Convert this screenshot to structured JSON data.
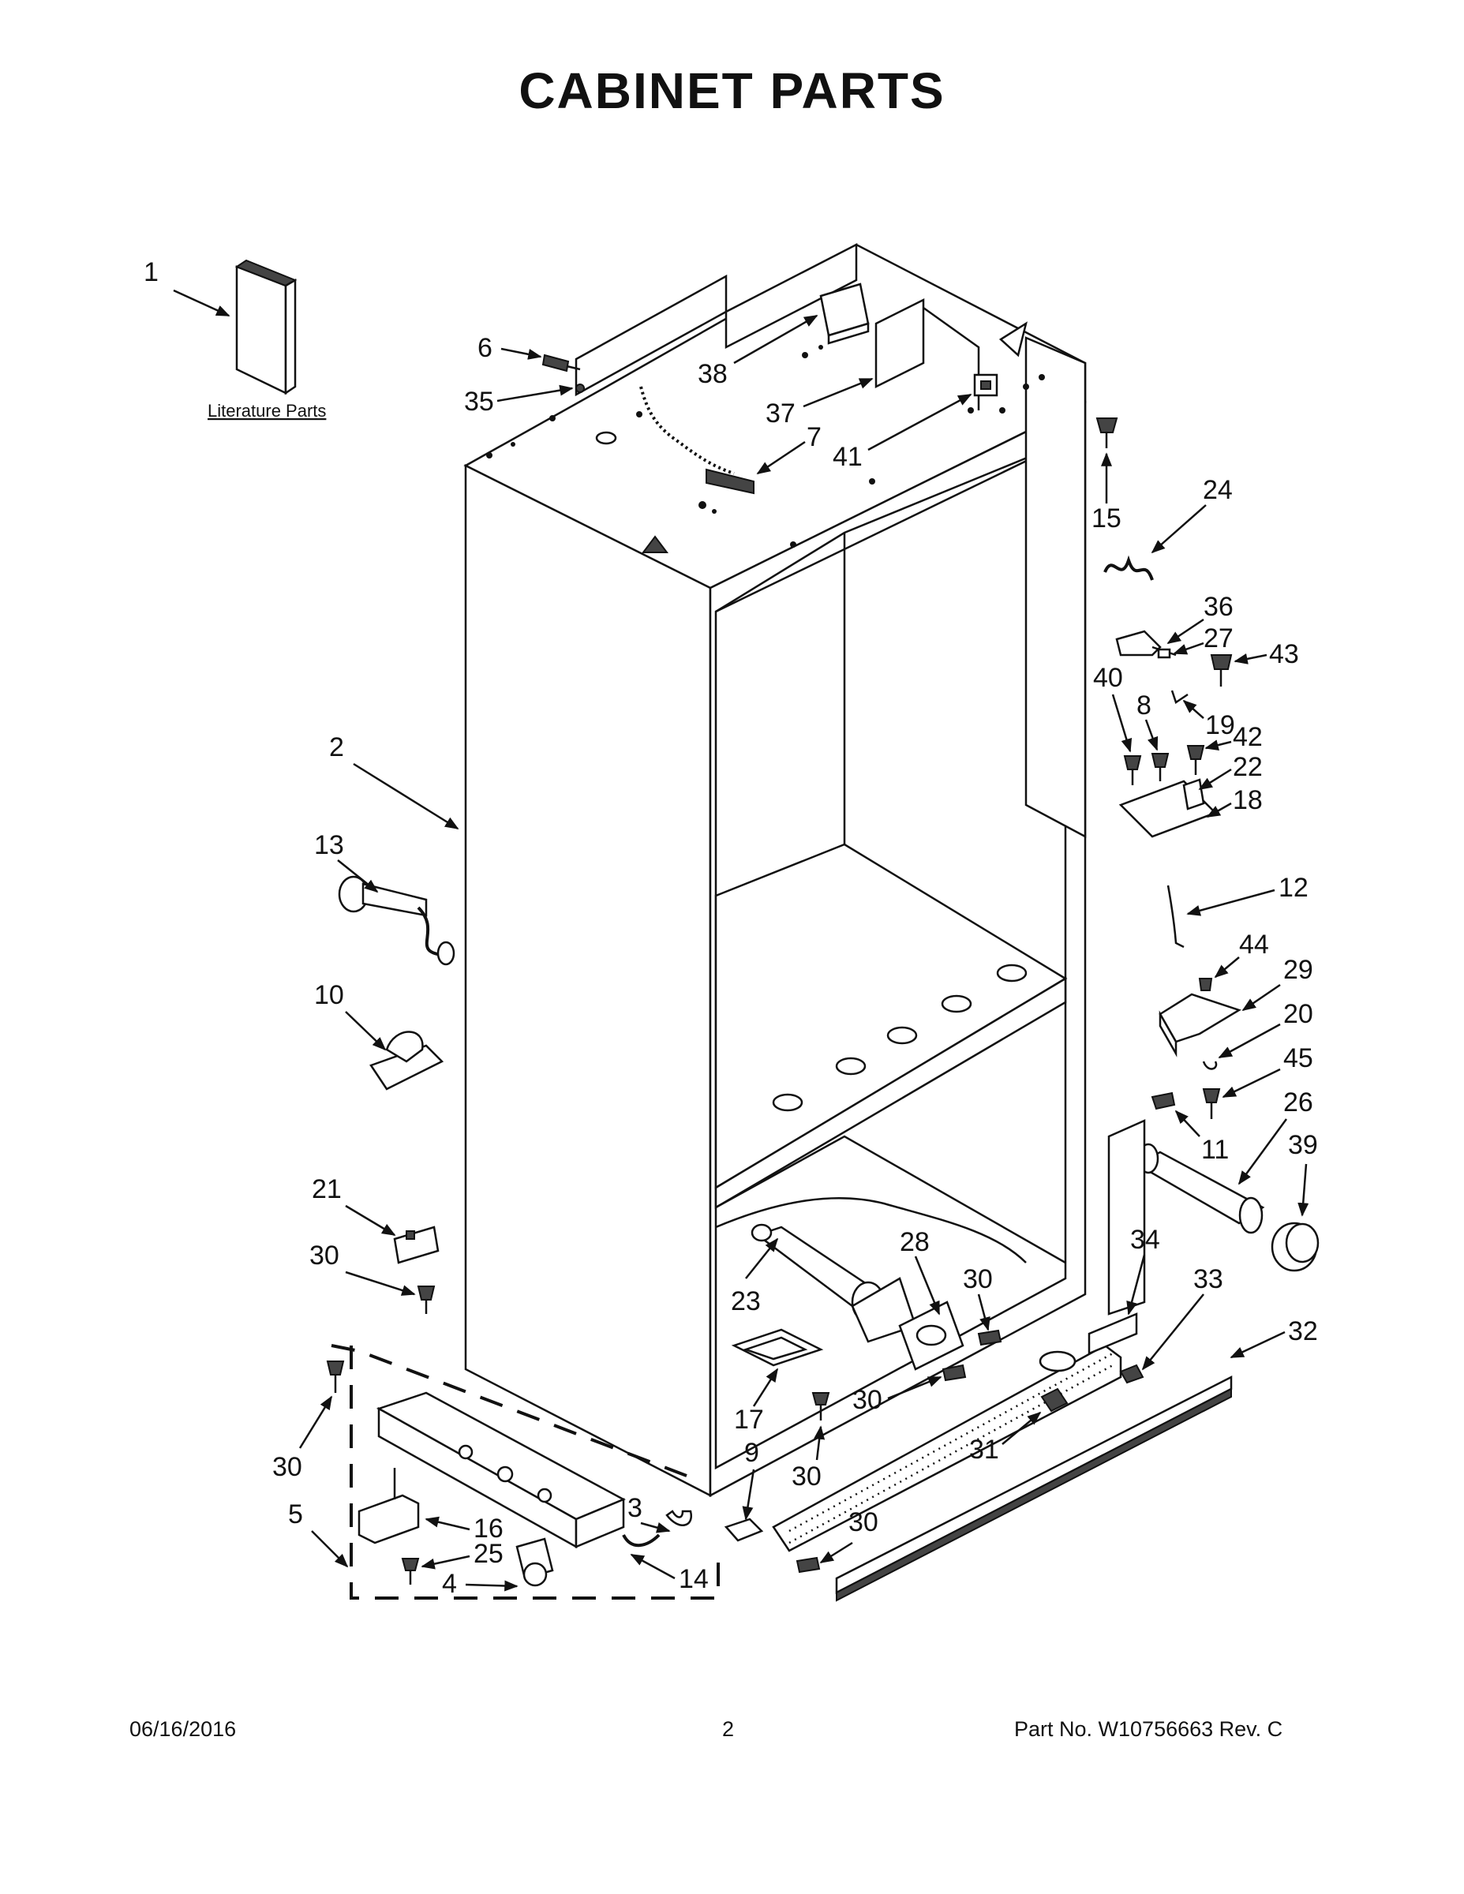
{
  "page": {
    "title": "CABINET PARTS",
    "literature_label": "Literature Parts"
  },
  "footer": {
    "date": "06/16/2016",
    "page_number": "2",
    "part_number": "Part No.  W10756663  Rev.  C"
  },
  "callouts": {
    "c1": "1",
    "c2": "2",
    "c3": "3",
    "c4": "4",
    "c5": "5",
    "c6": "6",
    "c7": "7",
    "c8": "8",
    "c9": "9",
    "c10": "10",
    "c11": "11",
    "c12": "12",
    "c13": "13",
    "c14": "14",
    "c15": "15",
    "c16": "16",
    "c17": "17",
    "c18": "18",
    "c19": "19",
    "c20": "20",
    "c21": "21",
    "c22": "22",
    "c23": "23",
    "c24": "24",
    "c25": "25",
    "c26": "26",
    "c27": "27",
    "c28": "28",
    "c29": "29",
    "c30": "30",
    "c31": "31",
    "c32": "32",
    "c33": "33",
    "c34": "34",
    "c35": "35",
    "c36": "36",
    "c37": "37",
    "c38": "38",
    "c39": "39",
    "c40": "40",
    "c41": "41",
    "c42": "42",
    "c43": "43",
    "c44": "44",
    "c45": "45"
  }
}
